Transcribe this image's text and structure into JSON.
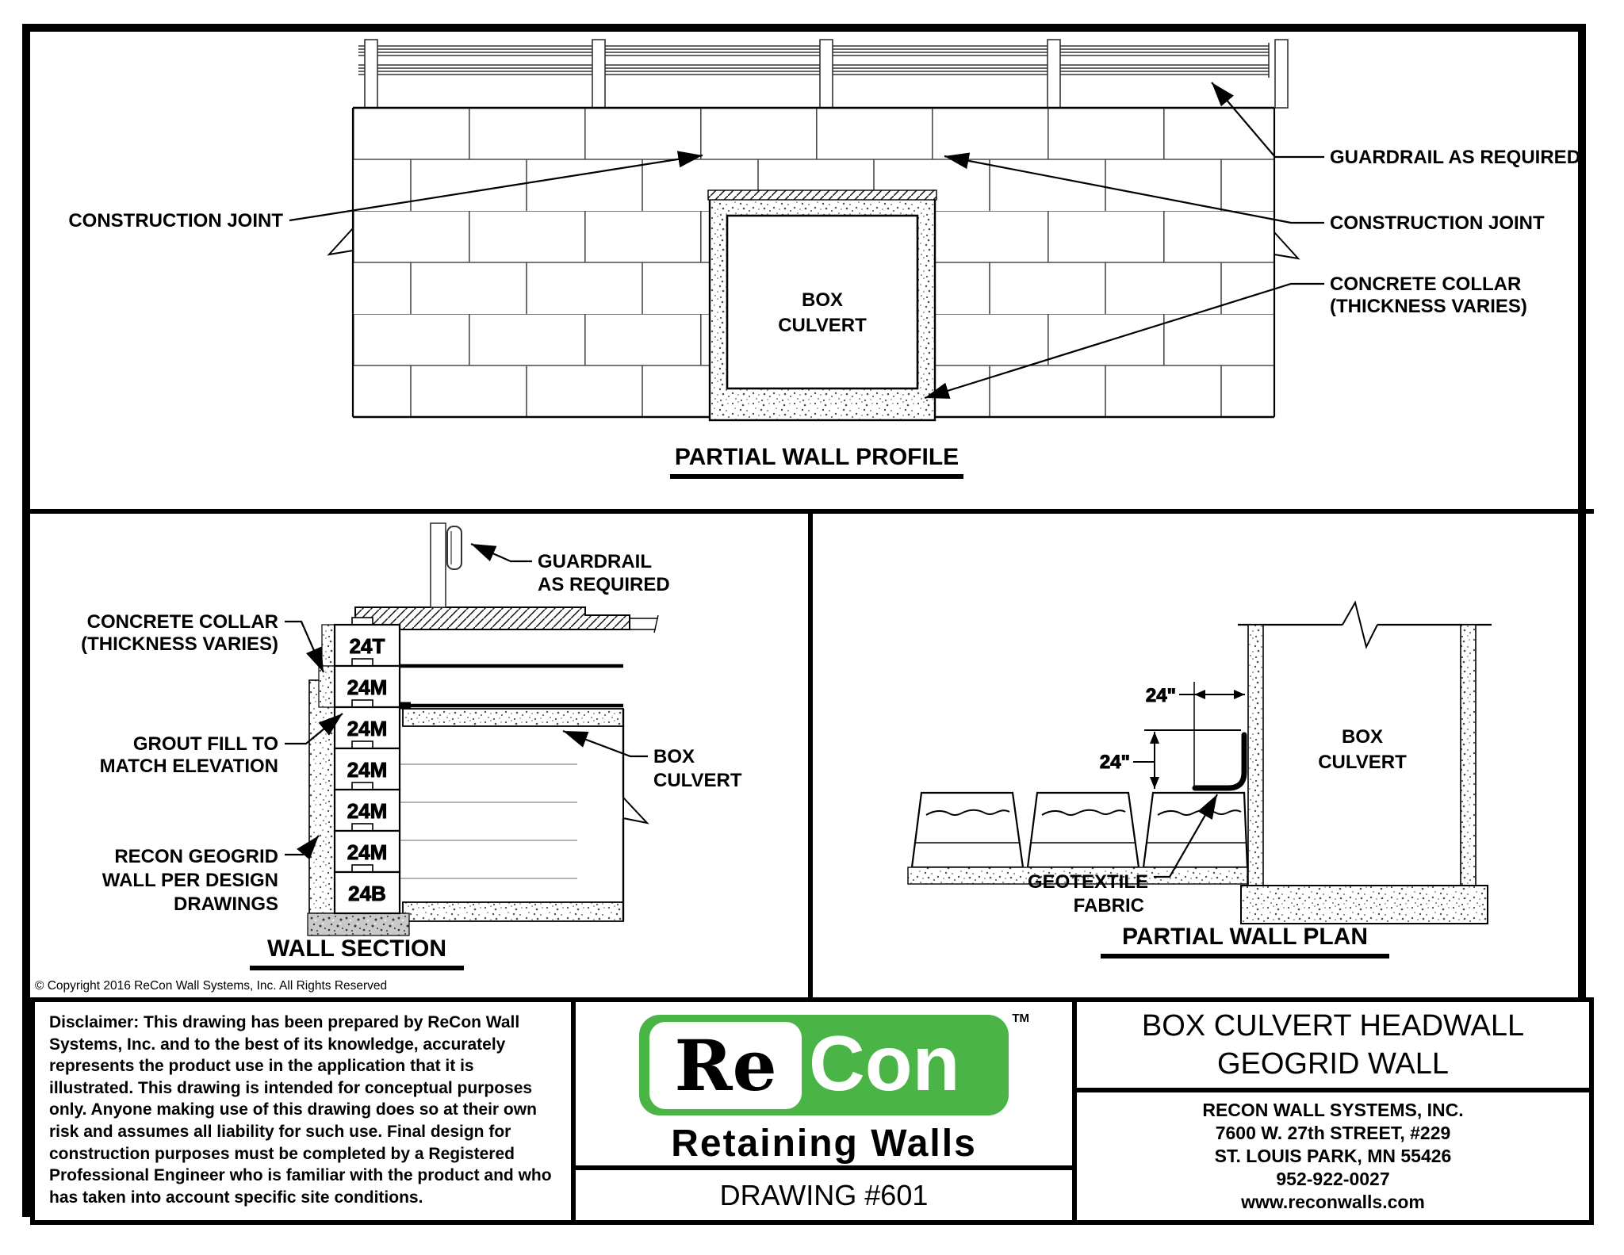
{
  "profile": {
    "title": "PARTIAL WALL PROFILE",
    "labels": {
      "construction_joint_left": "CONSTRUCTION JOINT",
      "guardrail": "GUARDRAIL AS REQUIRED",
      "construction_joint_right": "CONSTRUCTION JOINT",
      "concrete_collar_1": "CONCRETE COLLAR",
      "concrete_collar_2": "(THICKNESS VARIES)",
      "box_1": "BOX",
      "box_2": "CULVERT"
    }
  },
  "section": {
    "title": "WALL SECTION",
    "copyright": "© Copyright 2016 ReCon Wall Systems, Inc. All Rights Reserved",
    "blocks": [
      "24T",
      "24M",
      "24M",
      "24M",
      "24M",
      "24M",
      "24B"
    ],
    "labels": {
      "guardrail_1": "GUARDRAIL",
      "guardrail_2": "AS REQUIRED",
      "concrete_collar_1": "CONCRETE COLLAR",
      "concrete_collar_2": "(THICKNESS VARIES)",
      "grout_1": "GROUT FILL TO",
      "grout_2": "MATCH ELEVATION",
      "geogrid_1": "RECON GEOGRID",
      "geogrid_2": "WALL PER DESIGN",
      "geogrid_3": "DRAWINGS",
      "box_1": "BOX",
      "box_2": "CULVERT"
    }
  },
  "plan": {
    "title": "PARTIAL WALL PLAN",
    "labels": {
      "dim_offset": "24\"",
      "dim_height": "24\"",
      "box_1": "BOX",
      "box_2": "CULVERT",
      "geotextile_1": "GEOTEXTILE",
      "geotextile_2": "FABRIC"
    }
  },
  "footer": {
    "disclaimer": "Disclaimer: This drawing has been prepared by ReCon Wall Systems, Inc. and to the best of its knowledge, accurately represents the product use in the application that it is illustrated. This drawing is intended for conceptual purposes only. Anyone making use of this drawing does so at their own risk and assumes all liability for such use. Final design for construction purposes must be completed by a Registered Professional Engineer who is familiar with the product and who has taken into account specific site conditions.",
    "logo": {
      "part1": "Re",
      "part2": "Con",
      "tm": "TM",
      "tagline": "Retaining Walls",
      "brand_green": "#4ab546"
    },
    "drawing_number": "DRAWING #601",
    "title_1": "BOX CULVERT HEADWALL",
    "title_2": "GEOGRID WALL",
    "company": {
      "name": "RECON WALL SYSTEMS, INC.",
      "address_1": "7600 W. 27th STREET, #229",
      "address_2": "ST. LOUIS PARK, MN 55426",
      "phone": "952-922-0027",
      "website": "www.reconwalls.com"
    }
  }
}
